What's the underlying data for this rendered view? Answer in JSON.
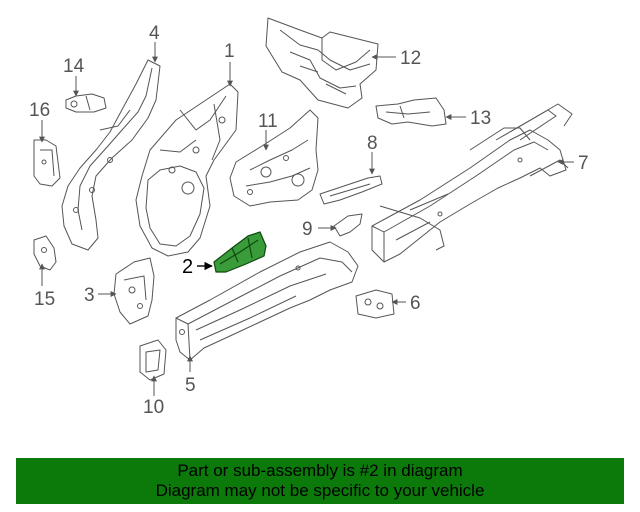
{
  "callouts": {
    "c1": "1",
    "c2": "2",
    "c3": "3",
    "c4": "4",
    "c5": "5",
    "c6": "6",
    "c7": "7",
    "c8": "8",
    "c9": "9",
    "c10": "10",
    "c11": "11",
    "c12": "12",
    "c13": "13",
    "c14": "14",
    "c15": "15",
    "c16": "16"
  },
  "highlighted_part": "2",
  "colors": {
    "highlight_fill": "#3a9b3a",
    "highlight_stroke": "#0f4a0f",
    "banner_bg": "#0b7a0b",
    "line": "#555555"
  },
  "banner": {
    "line1": "Part or sub-assembly is #2 in diagram",
    "line2": "Diagram may not be specific to your vehicle"
  }
}
